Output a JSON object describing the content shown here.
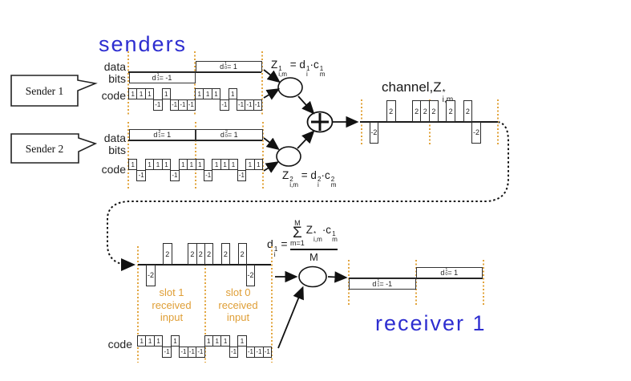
{
  "colors": {
    "accent_blue": "#2d2dd0",
    "accent_orange": "#df9e35",
    "line_black": "#1a1a1a"
  },
  "titles": {
    "senders": "senders",
    "receiver": "receiver 1"
  },
  "sender_boxes": [
    {
      "label": "Sender 1"
    },
    {
      "label": "Sender 2"
    }
  ],
  "side_labels": {
    "s1_data": "data",
    "s1_bits": "bits",
    "s1_code": "code",
    "s2_data": "data",
    "s2_bits": "bits",
    "s2_code": "code",
    "r_code": "code"
  },
  "channel_label": [
    {
      "t": "channel,Z"
    },
    {
      "s": [
        "*",
        "i,m"
      ]
    }
  ],
  "formulas": {
    "z1": [
      {
        "t": "Z"
      },
      {
        "s": [
          "1",
          "i,m"
        ]
      },
      {
        "t": " = d"
      },
      {
        "s": [
          "1",
          "i"
        ]
      },
      {
        "t": "·c"
      },
      {
        "s": [
          "1",
          "m"
        ]
      }
    ],
    "z2": [
      {
        "t": "Z"
      },
      {
        "s": [
          "2",
          "i,m"
        ]
      },
      {
        "t": " = d"
      },
      {
        "s": [
          "2",
          "i"
        ]
      },
      {
        "t": "·c"
      },
      {
        "s": [
          "2",
          "m"
        ]
      }
    ],
    "d_lead": [
      {
        "t": "d"
      },
      {
        "s": [
          "1",
          "i"
        ]
      },
      {
        "t": " ="
      }
    ],
    "sum_top": "M",
    "sum_sym": "Σ",
    "sum_bot": "m=1",
    "numerator": [
      {
        "t": "Z"
      },
      {
        "s": [
          "*",
          "i,m"
        ]
      },
      {
        "t": "·c"
      },
      {
        "s": [
          "1",
          "m"
        ]
      }
    ],
    "denominator": "M"
  },
  "slot_labels": {
    "slot1": [
      "slot 1",
      "received",
      "input"
    ],
    "slot0": [
      "slot 0",
      "received",
      "input"
    ]
  },
  "bits": {
    "sender1": [
      {
        "label": [
          {
            "t": "d"
          },
          {
            "s": [
              "1",
              "1"
            ]
          },
          {
            "t": " = -1"
          }
        ],
        "value": -1
      },
      {
        "label": [
          {
            "t": "d"
          },
          {
            "s": [
              "1",
              "0"
            ]
          },
          {
            "t": " = 1"
          }
        ],
        "value": 1
      }
    ],
    "sender2": [
      {
        "label": [
          {
            "t": "d"
          },
          {
            "s": [
              "2",
              "1"
            ]
          },
          {
            "t": " = 1"
          }
        ],
        "value": 1
      },
      {
        "label": [
          {
            "t": "d"
          },
          {
            "s": [
              "2",
              "0"
            ]
          },
          {
            "t": " = 1"
          }
        ],
        "value": 1
      }
    ],
    "receiver": [
      {
        "label": [
          {
            "t": "d"
          },
          {
            "s": [
              "1",
              "1"
            ]
          },
          {
            "t": " = -1"
          }
        ],
        "value": -1
      },
      {
        "label": [
          {
            "t": "d"
          },
          {
            "s": [
              "1",
              "0"
            ]
          },
          {
            "t": " = 1"
          }
        ],
        "value": 1
      }
    ]
  },
  "waveforms": {
    "sender1_code": [
      1,
      1,
      1,
      -1,
      1,
      -1,
      -1,
      -1,
      1,
      1,
      1,
      -1,
      1,
      -1,
      -1,
      -1
    ],
    "sender2_code": [
      1,
      -1,
      1,
      1,
      1,
      -1,
      1,
      1,
      1,
      -1,
      1,
      1,
      1,
      -1,
      1,
      1
    ],
    "channel": [
      0,
      -2,
      0,
      2,
      0,
      0,
      2,
      2,
      2,
      0,
      2,
      0,
      2,
      -2,
      0,
      0
    ],
    "receiver_input": [
      0,
      -2,
      0,
      2,
      0,
      0,
      2,
      2,
      2,
      0,
      2,
      0,
      2,
      -2,
      0,
      0
    ],
    "receiver_code": [
      1,
      1,
      1,
      -1,
      1,
      -1,
      -1,
      -1,
      1,
      1,
      1,
      -1,
      1,
      -1,
      -1,
      -1
    ]
  }
}
